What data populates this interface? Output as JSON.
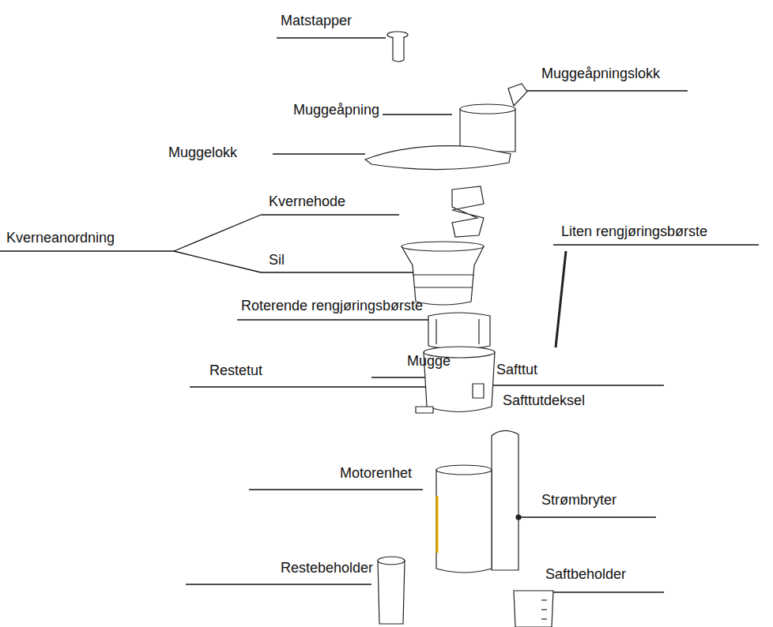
{
  "diagram": {
    "labels": [
      "Matstapper",
      "Muggeåpningslokk",
      "Muggeåpning",
      "Muggelokk",
      "Kvernehode",
      "Kverneanordning",
      "Sil",
      "Liten rengjøringsbørste",
      "Roterende rengjøringsbørste",
      "Mugge",
      "Restetut",
      "Safttut",
      "Safttutdeksel",
      "Motorenhet",
      "Strømbryter",
      "Restebeholder",
      "Saftbeholder"
    ]
  }
}
